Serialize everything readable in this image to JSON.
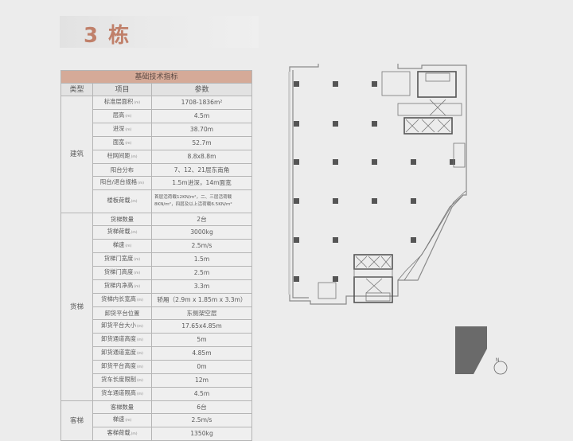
{
  "page": {
    "title": "3 栋"
  },
  "table": {
    "caption": "基础技术指标",
    "headers": [
      "类型",
      "项目",
      "参数"
    ],
    "unit_mark": "(m)",
    "groups": [
      {
        "category": "建筑",
        "rows": [
          {
            "item": "标准层面积",
            "unit": "(m)",
            "value": "1708-1836m²"
          },
          {
            "item": "层高",
            "unit": "(m)",
            "value": "4.5m"
          },
          {
            "item": "进深",
            "unit": "(m)",
            "value": "38.70m"
          },
          {
            "item": "面宽",
            "unit": "(m)",
            "value": "52.7m"
          },
          {
            "item": "柱网间距",
            "unit": "(m)",
            "value": "8.8x8.8m"
          },
          {
            "item": "阳台分布",
            "unit": "",
            "value": "7、12、21层东南角"
          },
          {
            "item": "阳台/退台规格",
            "unit": "(m)",
            "value": "1.5m进深，14m面宽"
          },
          {
            "item": "楼板荷载",
            "unit": "(m)",
            "value": "首层活荷载12KN/m²，二、三层活荷载8KN/m²，四层及以上活荷载6.5KN/m²"
          }
        ]
      },
      {
        "category": "货梯",
        "rows": [
          {
            "item": "货梯数量",
            "unit": "",
            "value": "2台"
          },
          {
            "item": "货梯荷载",
            "unit": "(m)",
            "value": "3000kg"
          },
          {
            "item": "梯速",
            "unit": "(m)",
            "value": "2.5m/s"
          },
          {
            "item": "货梯门宽度",
            "unit": "(m)",
            "value": "1.5m"
          },
          {
            "item": "货梯门高度",
            "unit": "(m)",
            "value": "2.5m"
          },
          {
            "item": "货梯内净高",
            "unit": "(m)",
            "value": "3.3m"
          },
          {
            "item": "货梯内长宽高",
            "unit": "(m)",
            "value": "轿厢（2.9m x 1.85m x 3.3m）"
          },
          {
            "item": "卸货平台位置",
            "unit": "",
            "value": "东侧架空层"
          },
          {
            "item": "卸货平台大小",
            "unit": "(m)",
            "value": "17.65x4.85m"
          },
          {
            "item": "卸货通道高度",
            "unit": "(m)",
            "value": "5m"
          },
          {
            "item": "卸货通道宽度",
            "unit": "(m)",
            "value": "4.85m"
          },
          {
            "item": "卸货平台高度",
            "unit": "(m)",
            "value": "0m"
          },
          {
            "item": "货车长度限制",
            "unit": "(m)",
            "value": "12m"
          },
          {
            "item": "货车通道限高",
            "unit": "(m)",
            "value": "4.5m"
          }
        ]
      },
      {
        "category": "客梯",
        "rows": [
          {
            "item": "客梯数量",
            "unit": "",
            "value": "6台"
          },
          {
            "item": "梯速",
            "unit": "(m)",
            "value": "2.5m/s"
          },
          {
            "item": "客梯荷载",
            "unit": "(m)",
            "value": "1350kg"
          }
        ]
      }
    ]
  },
  "floor_plan": {
    "icon": "floor-plan-drawing"
  },
  "site_plan": {
    "compass_label": "N"
  },
  "colors": {
    "accent": "#c0806a",
    "caption_bg": "#d5aa98",
    "background": "#ececec"
  }
}
